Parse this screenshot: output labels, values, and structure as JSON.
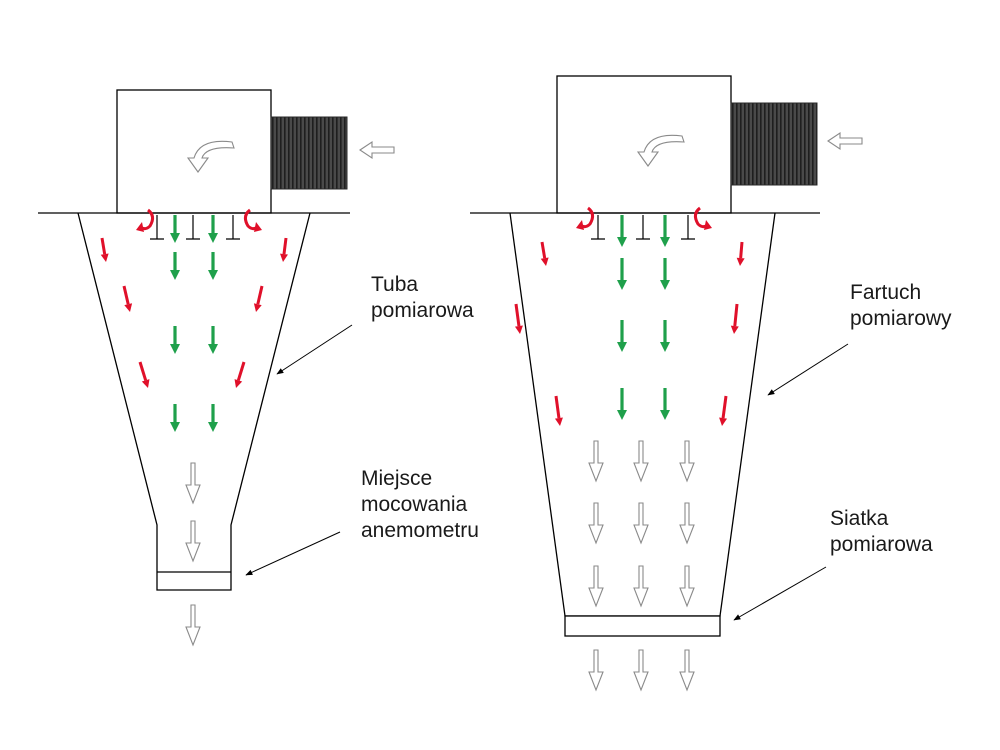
{
  "labels": {
    "tube": [
      "Tuba",
      "pomiarowa"
    ],
    "anemometer_mount": [
      "Miejsce",
      "mocowania",
      "anemometru"
    ],
    "apron": [
      "Fartuch",
      "pomiarowy"
    ],
    "grid": [
      "Siatka",
      "pomiarowa"
    ]
  },
  "colors": {
    "outline": "#000000",
    "hose": "#3a3a3a",
    "green_arrow": "#1fa04b",
    "red_arrow": "#e0102a",
    "hollow_arrow": "#8a8a8a"
  },
  "icons": [
    "inlet-hollow-arrow-icon",
    "swirl-arrow-icon",
    "hose-coupling-icon",
    "green-down-arrow-icon",
    "red-curved-arrow-icon",
    "hollow-down-arrow-icon"
  ]
}
